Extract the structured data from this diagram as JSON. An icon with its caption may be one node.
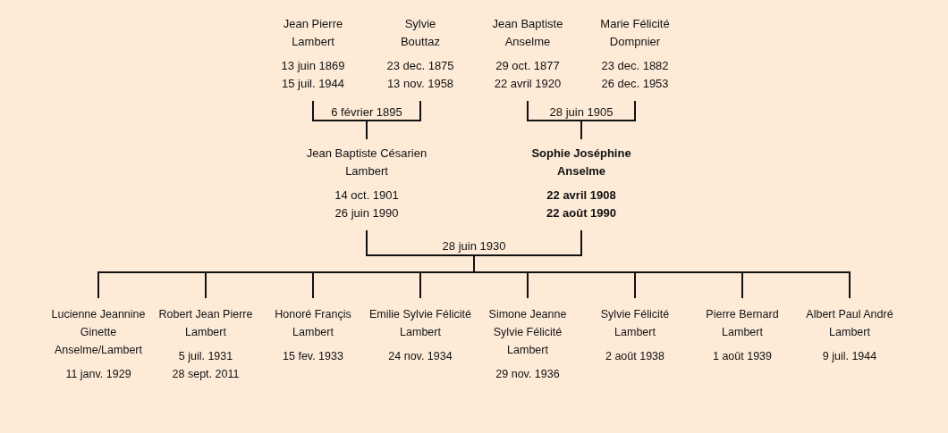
{
  "diagram": {
    "nodes": [
      {
        "text": [
          "Jean Pierre Lambert",
          "13 juin 1869",
          "15 juil. 1944"
        ]
      },
      {
        "text": [
          "Sylvie Bouttaz",
          "23 dec. 1875",
          "13 nov. 1958"
        ]
      },
      {
        "text": [
          "Jean Baptiste Anselme",
          "29 oct. 1877",
          "22 avril 1920"
        ]
      },
      {
        "text": [
          "Marie Félicité Dompnier",
          "23 dec. 1882",
          "26 dec. 1953"
        ]
      },
      {
        "text": [
          "Jean Baptiste Césarien Lambert",
          "14 oct. 1901",
          "26 juin 1990"
        ]
      },
      {
        "text": [
          "Sophie Joséphine Anselme",
          "22 avril 1908",
          "22 août 1990"
        ]
      },
      {
        "text": [
          "Lucienne Jeannine Ginette Anselme/Lambert",
          "11 janv. 1929"
        ]
      },
      {
        "text": [
          "Robert Jean Pierre Lambert",
          "5 juil. 1931",
          "28 sept. 2011"
        ]
      },
      {
        "text": [
          "Honoré Françis Lambert",
          "15 fev. 1933"
        ]
      },
      {
        "text": [
          "Emilie Sylvie Félicité Lambert",
          "24 nov. 1934"
        ]
      },
      {
        "text": [
          "Simone Jeanne Sylvie Félicité Lambert",
          "29 nov. 1936"
        ]
      },
      {
        "text": [
          "Sylvie Félicité Lambert",
          "2 août 1938"
        ]
      },
      {
        "text": [
          "Pierre Bernard Lambert",
          "1 août 1939"
        ]
      },
      {
        "text": [
          "Albert Paul André Lambert",
          "9 juil. 1944"
        ]
      }
    ],
    "edges": [
      {
        "from": 0,
        "to": 4,
        "arrow": "none"
      },
      {
        "from": 1,
        "to": 4,
        "arrow": "none"
      },
      {
        "from": 2,
        "to": 5,
        "arrow": "none"
      },
      {
        "from": 3,
        "to": 5,
        "arrow": "none"
      },
      {
        "from": 4,
        "to": 6,
        "arrow": "none"
      },
      {
        "from": 4,
        "to": 7,
        "arrow": "none"
      },
      {
        "from": 4,
        "to": 8,
        "arrow": "none"
      },
      {
        "from": 4,
        "to": 9,
        "arrow": "none"
      },
      {
        "from": 4,
        "to": 10,
        "arrow": "none"
      },
      {
        "from": 4,
        "to": 11,
        "arrow": "none"
      },
      {
        "from": 4,
        "to": 12,
        "arrow": "none"
      },
      {
        "from": 4,
        "to": 13,
        "arrow": "none"
      },
      {
        "from": 5,
        "to": 6,
        "arrow": "none"
      },
      {
        "from": 5,
        "to": 7,
        "arrow": "none"
      },
      {
        "from": 5,
        "to": 8,
        "arrow": "none"
      },
      {
        "from": 5,
        "to": 9,
        "arrow": "none"
      },
      {
        "from": 5,
        "to": 10,
        "arrow": "none"
      },
      {
        "from": 5,
        "to": 11,
        "arrow": "none"
      },
      {
        "from": 5,
        "to": 12,
        "arrow": "none"
      },
      {
        "from": 5,
        "to": 13,
        "arrow": "none"
      }
    ],
    "labels": [
      "6 février 1895",
      "28 juin 1905",
      "28 juin 1930"
    ]
  }
}
